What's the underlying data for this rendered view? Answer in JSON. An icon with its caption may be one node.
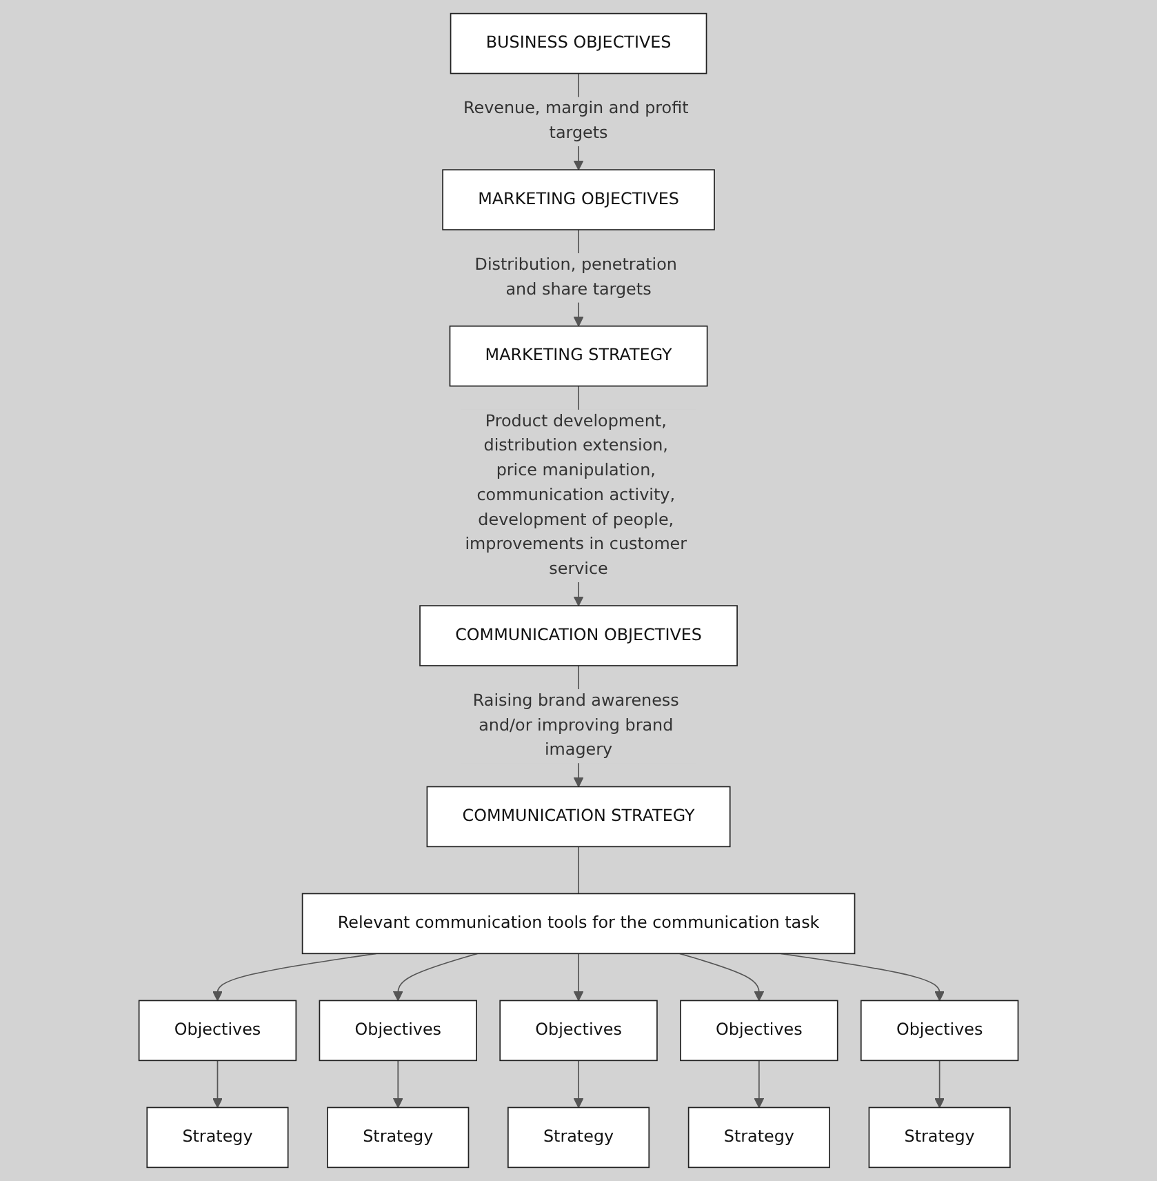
{
  "diagram": {
    "nodes": [
      {
        "text": [
          "BUSINESS OBJECTIVES"
        ]
      },
      {
        "text": [
          "MARKETING OBJECTIVES"
        ]
      },
      {
        "text": [
          "MARKETING STRATEGY"
        ]
      },
      {
        "text": [
          "COMMUNICATION OBJECTIVES"
        ]
      },
      {
        "text": [
          "COMMUNICATION STRATEGY"
        ]
      },
      {
        "text": [
          "Relevant communication tools for the communication task"
        ]
      },
      {
        "text": [
          "Objectives"
        ]
      },
      {
        "text": [
          "Objectives"
        ]
      },
      {
        "text": [
          "Objectives"
        ]
      },
      {
        "text": [
          "Objectives"
        ]
      },
      {
        "text": [
          "Objectives"
        ]
      },
      {
        "text": [
          "Strategy"
        ]
      },
      {
        "text": [
          "Strategy"
        ]
      },
      {
        "text": [
          "Strategy"
        ]
      },
      {
        "text": [
          "Strategy"
        ]
      },
      {
        "text": [
          "Strategy"
        ]
      }
    ],
    "edges": [
      {
        "from": 0,
        "to": 1,
        "arrow": "to",
        "label": "Revenue, margin and profit targets"
      },
      {
        "from": 1,
        "to": 2,
        "arrow": "to",
        "label": "Distribution, penetration and share targets"
      },
      {
        "from": 2,
        "to": 3,
        "arrow": "to",
        "label": "Product development, distribution extension, price manipulation, communication activity, development of people, improvements in customer service"
      },
      {
        "from": 3,
        "to": 4,
        "arrow": "to",
        "label": "Raising brand awareness and/or improving brand imagery"
      },
      {
        "from": 4,
        "to": 5,
        "arrow": "none"
      },
      {
        "from": 5,
        "to": 6,
        "arrow": "to"
      },
      {
        "from": 5,
        "to": 7,
        "arrow": "to"
      },
      {
        "from": 5,
        "to": 8,
        "arrow": "to"
      },
      {
        "from": 5,
        "to": 9,
        "arrow": "to"
      },
      {
        "from": 5,
        "to": 10,
        "arrow": "to"
      },
      {
        "from": 6,
        "to": 11,
        "arrow": "to"
      },
      {
        "from": 7,
        "to": 12,
        "arrow": "to"
      },
      {
        "from": 8,
        "to": 13,
        "arrow": "to"
      },
      {
        "from": 9,
        "to": 14,
        "arrow": "to"
      },
      {
        "from": 10,
        "to": 15,
        "arrow": "to"
      }
    ]
  }
}
